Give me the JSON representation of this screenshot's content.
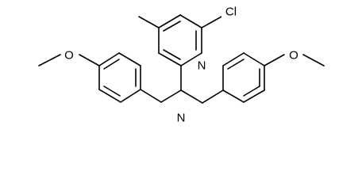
{
  "molecule": {
    "atom_labels": {
      "chlorine": "Cl",
      "ring_nitrogen": "N",
      "amine_nitrogen": "N",
      "left_methoxy_oxygen": "O",
      "right_methoxy_oxygen": "O"
    },
    "colors": {
      "bond": "#000000",
      "label": "#000000",
      "background": "#ffffff"
    }
  }
}
